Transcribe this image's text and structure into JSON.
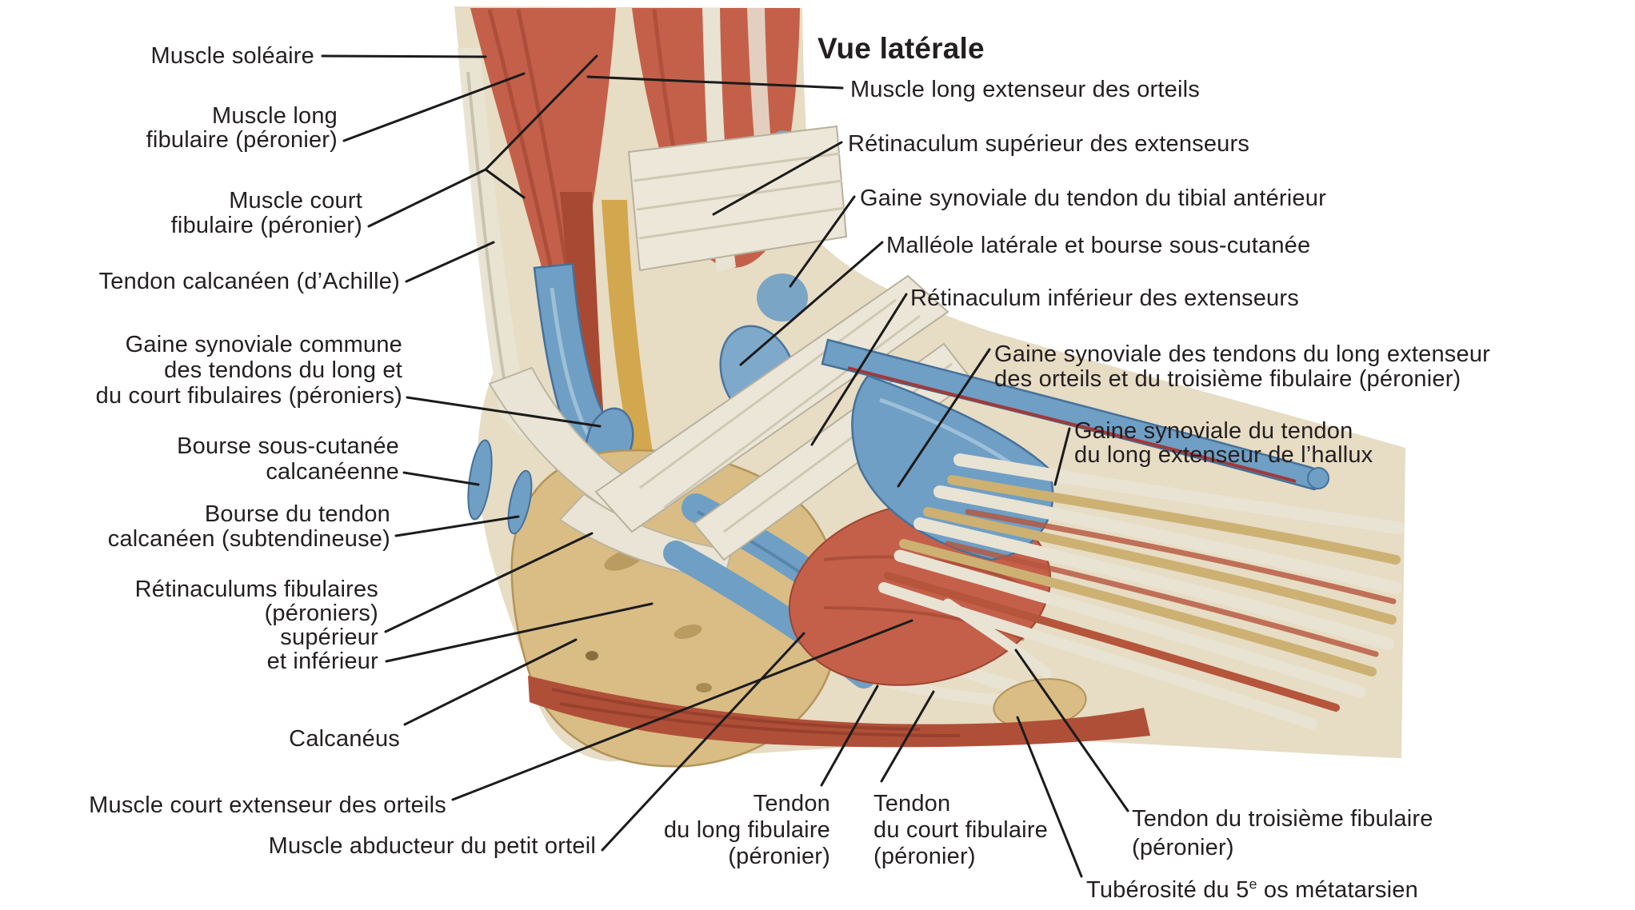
{
  "title": "Vue latérale",
  "colors": {
    "muscle_red": "#c4604a",
    "muscle_deep": "#a84a33",
    "muscle_dark": "#9c4430",
    "tendon_white": "#e9e3d3",
    "bone_tan": "#d9bd85",
    "bone_edge": "#b3945a",
    "sheath_blue": "#6f9fc4",
    "sheath_edge": "#46719a",
    "skin": "#e7dcc4",
    "fat_yellow": "#d3a74e",
    "sole_red": "#b04f38",
    "line": "#1b1b1b",
    "text": "#231f20",
    "bg": "#ffffff"
  },
  "annotations": {
    "left": {
      "muscle_soleaire": "Muscle soléaire",
      "muscle_long_fibulaire": {
        "lines": [
          "Muscle long",
          "fibulaire (péronier)"
        ]
      },
      "muscle_court_fibulaire": {
        "lines": [
          "Muscle court",
          "fibulaire (péronier)"
        ]
      },
      "tendon_calcaneen": "Tendon calcanéen (d’Achille)",
      "gaine_commune": {
        "lines": [
          "Gaine synoviale commune",
          "des tendons du long et",
          "du court fibulaires (péroniers)"
        ]
      },
      "bourse_sous_cutanee": {
        "lines": [
          "Bourse sous-cutanée",
          "calcanéenne"
        ]
      },
      "bourse_tendon": {
        "lines": [
          "Bourse du tendon",
          "calcanéen (subtendineuse)"
        ]
      },
      "retinaculums_fibulaires": {
        "lines": [
          "Rétinaculums fibulaires",
          "(péroniers)",
          "supérieur",
          "et inférieur"
        ]
      },
      "calcaneus": "Calcanéus",
      "muscle_court_extenseur": "Muscle court extenseur des orteils",
      "muscle_abducteur": "Muscle abducteur du petit orteil"
    },
    "right": {
      "muscle_long_extenseur": "Muscle long extenseur des orteils",
      "retinaculum_superieur": "Rétinaculum supérieur des extenseurs",
      "gaine_tibial_anterieur": "Gaine synoviale du tendon du tibial antérieur",
      "malleole_laterale": "Malléole latérale et bourse sous-cutanée",
      "retinaculum_inferieur": "Rétinaculum inférieur des extenseurs",
      "gaine_long_extenseur_orteils": {
        "lines": [
          "Gaine synoviale des tendons du long extenseur",
          "des orteils et du troisième fibulaire (péronier)"
        ]
      },
      "gaine_hallux": {
        "lines": [
          "Gaine synoviale du tendon",
          "du long extenseur de l’hallux"
        ]
      }
    },
    "bottom": {
      "tendon_long_fibulaire": {
        "lines": [
          "Tendon",
          "du long fibulaire",
          "(péronier)"
        ]
      },
      "tendon_court_fibulaire": {
        "lines": [
          "Tendon",
          "du court fibulaire",
          "(péronier)"
        ]
      },
      "tendon_troisieme_fibulaire": {
        "lines": [
          "Tendon du troisième fibulaire",
          "(péronier)"
        ]
      },
      "tuberosite": {
        "pre": "Tubérosité du 5",
        "sup": "e",
        "post": " os métatarsien"
      }
    }
  }
}
